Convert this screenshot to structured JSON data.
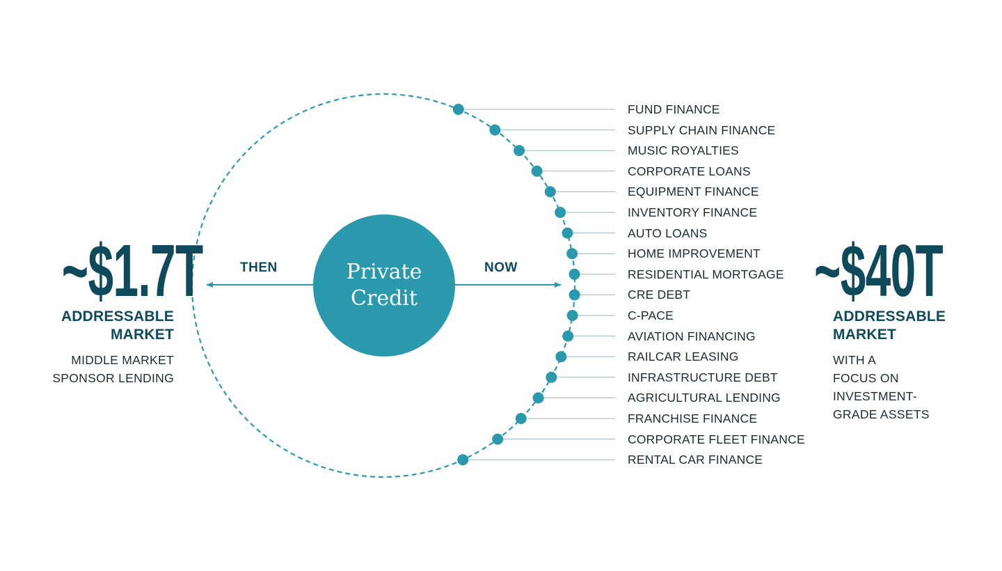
{
  "colors": {
    "teal": "#2b99ad",
    "navy": "#0f4a5c",
    "text": "#1d2b33",
    "leader_line": "#9bb3bd"
  },
  "left": {
    "figure": "~$1.7T",
    "subtitle_line1": "ADDRESSABLE",
    "subtitle_line2": "MARKET",
    "desc_line1": "MIDDLE MARKET",
    "desc_line2": "SPONSOR LENDING"
  },
  "right": {
    "figure": "~$40T",
    "subtitle_line1": "ADDRESSABLE",
    "subtitle_line2": "MARKET",
    "desc_line1": "WITH A",
    "desc_line2": "FOCUS ON",
    "desc_line3": "INVESTMENT-",
    "desc_line4": "GRADE ASSETS"
  },
  "center": {
    "line1": "Private",
    "line2": "Credit"
  },
  "arrows": {
    "then": "THEN",
    "now": "NOW"
  },
  "segments": [
    "FUND FINANCE",
    "SUPPLY CHAIN FINANCE",
    "MUSIC ROYALTIES",
    "CORPORATE LOANS",
    "EQUIPMENT FINANCE",
    "INVENTORY FINANCE",
    "AUTO LOANS",
    "HOME IMPROVEMENT",
    "RESIDENTIAL MORTGAGE",
    "CRE DEBT",
    "C-PACE",
    "AVIATION FINANCING",
    "RAILCAR LEASING",
    "INFRASTRUCTURE DEBT",
    "AGRICULTURAL LENDING",
    "FRANCHISE FINANCE",
    "CORPORATE FLEET FINANCE",
    "RENTAL CAR FINANCE"
  ]
}
